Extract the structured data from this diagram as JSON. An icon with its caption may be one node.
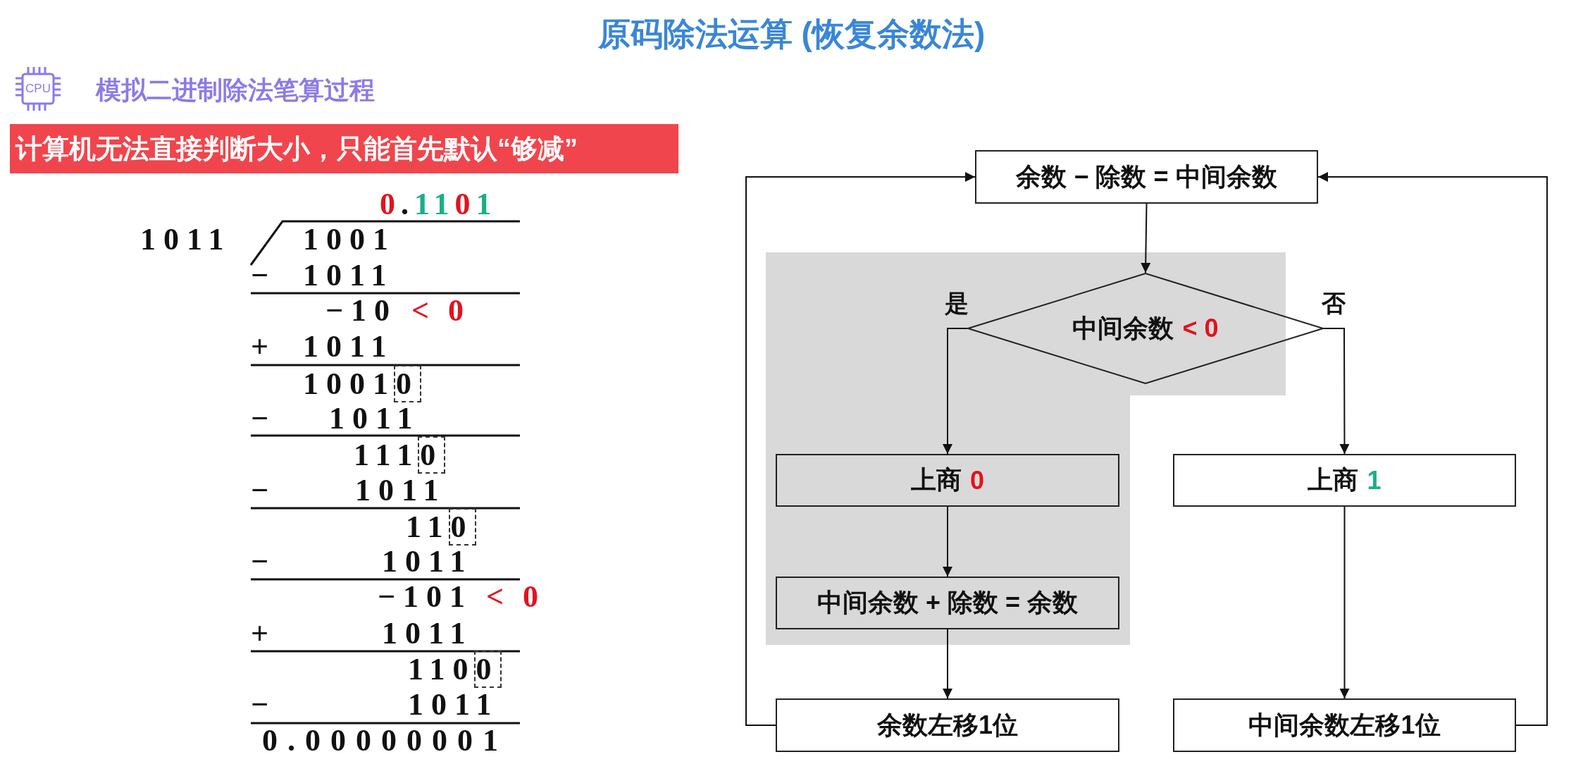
{
  "diagram": {
    "title": "原码除法运算 (恢复余数法)",
    "nodes": [
      {
        "text": [
          "余数 − 除数 = 中间余数"
        ]
      },
      {
        "text": [
          "中间余数",
          "< 0"
        ]
      },
      {
        "text": [
          "上商",
          "0"
        ]
      },
      {
        "text": [
          "上商",
          "1"
        ]
      },
      {
        "text": [
          "中间余数 + 除数 = 余数"
        ]
      },
      {
        "text": [
          "余数左移1位"
        ]
      },
      {
        "text": [
          "中间余数左移1位"
        ]
      }
    ],
    "edges": [
      {
        "from": 0,
        "to": 1,
        "arrow": "to"
      },
      {
        "from": 1,
        "to": 2,
        "arrow": "to",
        "label": "是"
      },
      {
        "from": 1,
        "to": 3,
        "arrow": "to",
        "label": "否"
      },
      {
        "from": 2,
        "to": 4,
        "arrow": "to"
      },
      {
        "from": 4,
        "to": 5,
        "arrow": "to"
      },
      {
        "from": 3,
        "to": 6,
        "arrow": "to"
      },
      {
        "from": 5,
        "to": 0,
        "arrow": "to"
      },
      {
        "from": 6,
        "to": 0,
        "arrow": "to"
      }
    ],
    "labels": [
      "CPU",
      "模拟二进制除法笔算过程",
      "计算机无法直接判断大小，只能首先默认“够减”",
      "0.1101",
      "1011",
      "1001",
      "−",
      "1011",
      "−10",
      "< 0",
      "+",
      "1011",
      "10010",
      "−",
      "1011",
      "1110",
      "−",
      "1011",
      "110",
      "−",
      "1011",
      "−101",
      "< 0",
      "+",
      "1011",
      "1100",
      "−",
      "1011",
      "0.00000001"
    ]
  }
}
